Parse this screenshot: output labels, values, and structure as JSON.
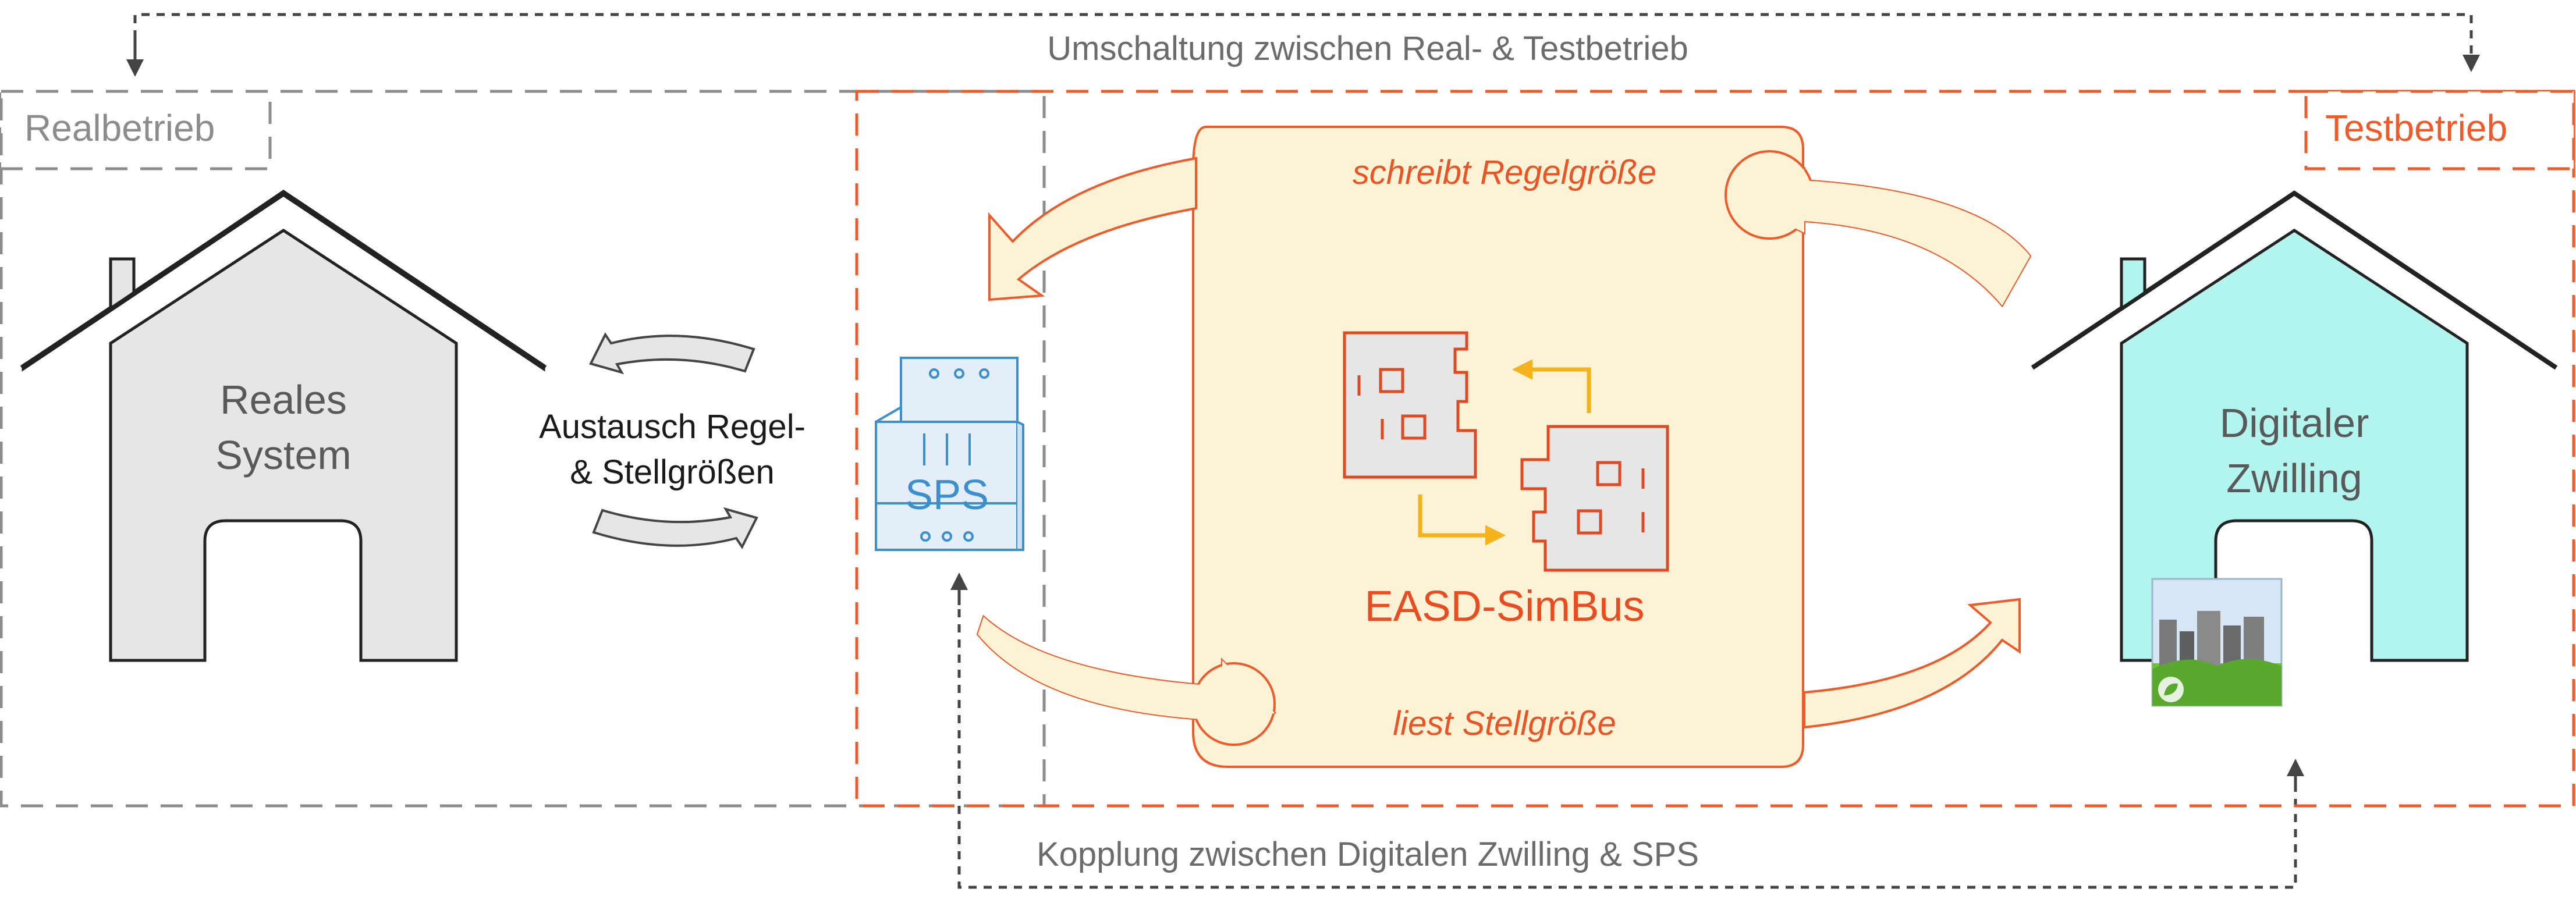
{
  "top_arrow_label": "Umschaltung zwischen Real- & Testbetrieb",
  "bottom_arrow_label": "Kopplung zwischen Digitalen Zwilling & SPS",
  "realbetrieb_label": "Realbetrieb",
  "testbetrieb_label": "Testbetrieb",
  "real_house": {
    "line1": "Reales",
    "line2": "System"
  },
  "exchange_text": {
    "line1": "Austausch Regel-",
    "line2": "& Stellgrößen"
  },
  "sps_label": "SPS",
  "simbus": {
    "label": "EASD-SimBus",
    "top_text": "schreibt Regelgröße",
    "bottom_text": "liest Stellgröße"
  },
  "twin_house": {
    "line1": "Digitaler",
    "line2": "Zwilling"
  },
  "colors": {
    "real_frame": "#8c8c8c",
    "test_frame": "#ef5a28",
    "simbus_fill": "#fcf3d7",
    "twin_fill": "#b2f5ef",
    "real_fill": "#e6e6e6",
    "sps_blue": "#3c8fcf",
    "arrow_yellow": "#f5b21a"
  }
}
